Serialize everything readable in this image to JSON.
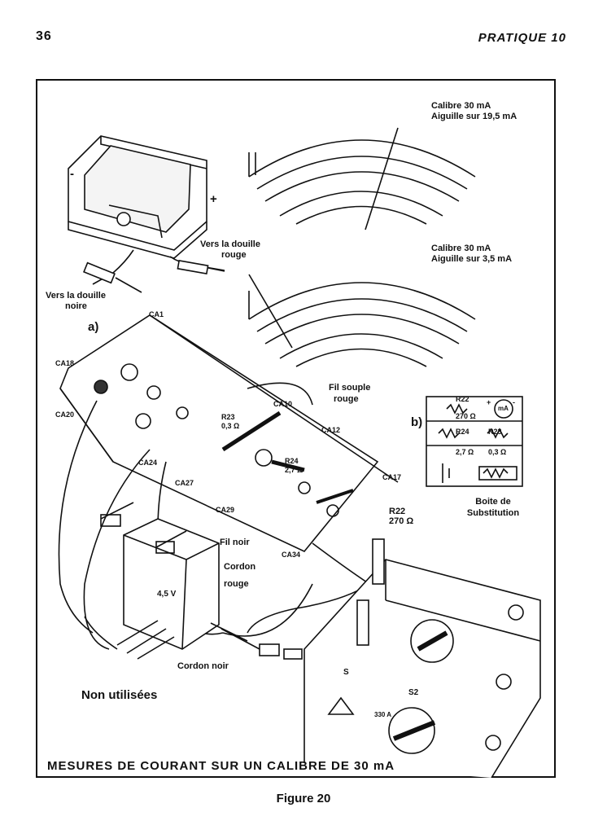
{
  "header": {
    "page_number": "36",
    "chapter": "PRATIQUE 10"
  },
  "figure": {
    "caption": "MESURES DE COURANT SUR UN CALIBRE DE 30 mA",
    "title": "Figure 20",
    "part_a": "a)",
    "part_b": "b)",
    "meter1": {
      "line1": "Calibre 30 mA",
      "line2": "Aiguille sur 19,5 mA"
    },
    "meter2": {
      "line1": "Calibre 30 mA",
      "line2": "Aiguille sur 3,5 mA"
    },
    "meter_minus": "-",
    "meter_plus": "+",
    "vers_rouge": {
      "line1": "Vers la douille",
      "line2": "rouge"
    },
    "vers_noire": {
      "line1": "Vers la douille",
      "line2": "noire"
    },
    "fil_souple": {
      "line1": "Fil souple",
      "line2": "rouge"
    },
    "components": {
      "ca1": "CA1",
      "ca18": "CA18",
      "ca20": "CA20",
      "ca24": "CA24",
      "ca27": "CA27",
      "ca29": "CA29",
      "ca10": "CA10",
      "ca12": "CA12",
      "ca17": "CA17",
      "ca34": "CA34",
      "r23": {
        "name": "R23",
        "value": "0,3 Ω"
      },
      "r24": {
        "name": "R24",
        "value": "2,7 Ω"
      },
      "r22": {
        "name": "R22",
        "value": "270 Ω"
      }
    },
    "schematic": {
      "r22": {
        "name": "R22",
        "value": "270 Ω"
      },
      "r24": {
        "name": "R24",
        "value": "2,7 Ω"
      },
      "r23": {
        "name": "R23",
        "value": "0,3 Ω"
      },
      "meter": "mA",
      "plus": "+",
      "minus": "-"
    },
    "boite": {
      "line1": "Boite de",
      "line2": "Substitution"
    },
    "fil_noir": "Fil noir",
    "cordon_rouge": {
      "line1": "Cordon",
      "line2": "rouge"
    },
    "battery": "4,5 V",
    "cordon_noir": "Cordon noir",
    "non_utilisees": "Non utilisées",
    "switch_s2": "S2",
    "switch_s": "S",
    "dial_label": "330 A"
  }
}
